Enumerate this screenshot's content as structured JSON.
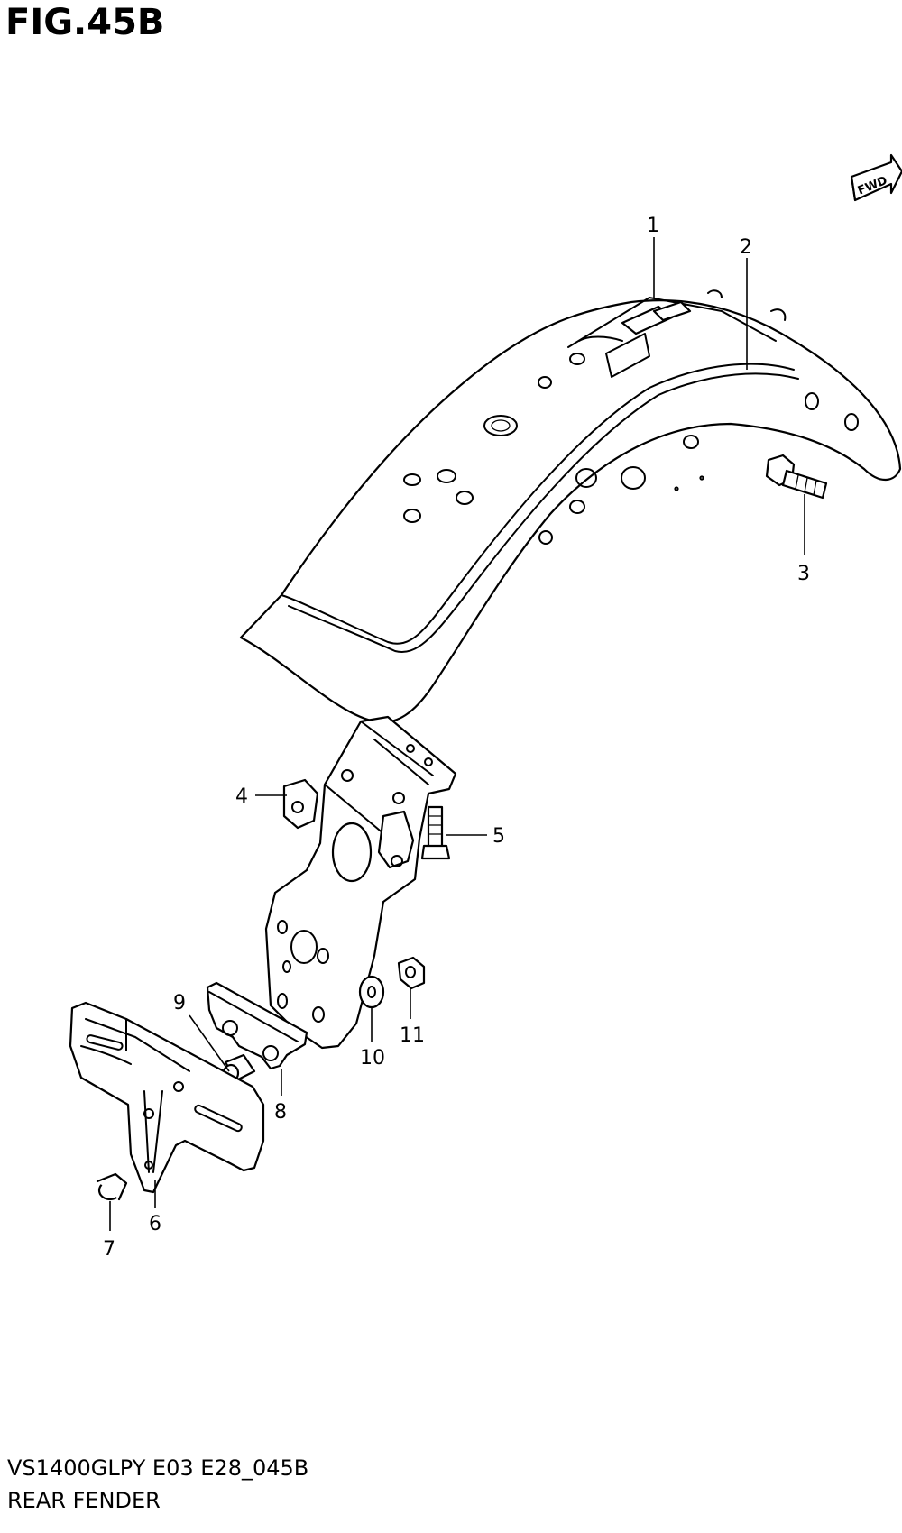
{
  "figure": {
    "title": "FIG.45B",
    "model_code": "VS1400GLPY E03 E28_045B",
    "section_name": "REAR FENDER",
    "direction_label": "FWD"
  },
  "callouts": [
    {
      "id": "1",
      "label": "1"
    },
    {
      "id": "2",
      "label": "2"
    },
    {
      "id": "3",
      "label": "3"
    },
    {
      "id": "4",
      "label": "4"
    },
    {
      "id": "5",
      "label": "5"
    },
    {
      "id": "6",
      "label": "6"
    },
    {
      "id": "7",
      "label": "7"
    },
    {
      "id": "8",
      "label": "8"
    },
    {
      "id": "9",
      "label": "9"
    },
    {
      "id": "10",
      "label": "10"
    },
    {
      "id": "11",
      "label": "11"
    }
  ]
}
